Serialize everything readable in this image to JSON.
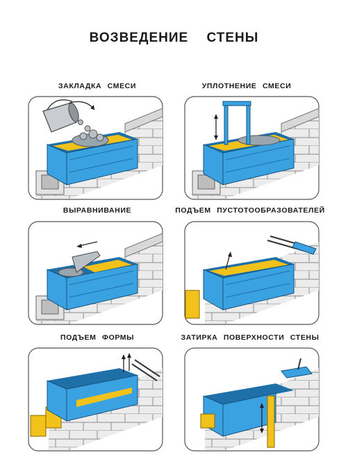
{
  "page": {
    "title": "ВОЗВЕДЕНИЕ    СТЕНЫ"
  },
  "steps": [
    {
      "label": "ЗАКЛАДКА  СМЕСИ"
    },
    {
      "label": "УПЛОТНЕНИЕ  СМЕСИ"
    },
    {
      "label": "ВЫРАВНИВАНИЕ"
    },
    {
      "label": "ПОДЪЕМ  ПУСТОТООБРАЗОВАТЕЛЕЙ"
    },
    {
      "label": "ПОДЪЕМ  ФОРМЫ"
    },
    {
      "label": "ЗАТИРКА  ПОВЕРХНОСТИ  СТЕНЫ"
    }
  ],
  "colors": {
    "form_blue": "#3aa2e0",
    "form_dark": "#1f6fa8",
    "block_grey": "#e9e9e9",
    "mix_yellow": "#f2c21b",
    "aggregate": "#9aa6ae"
  }
}
